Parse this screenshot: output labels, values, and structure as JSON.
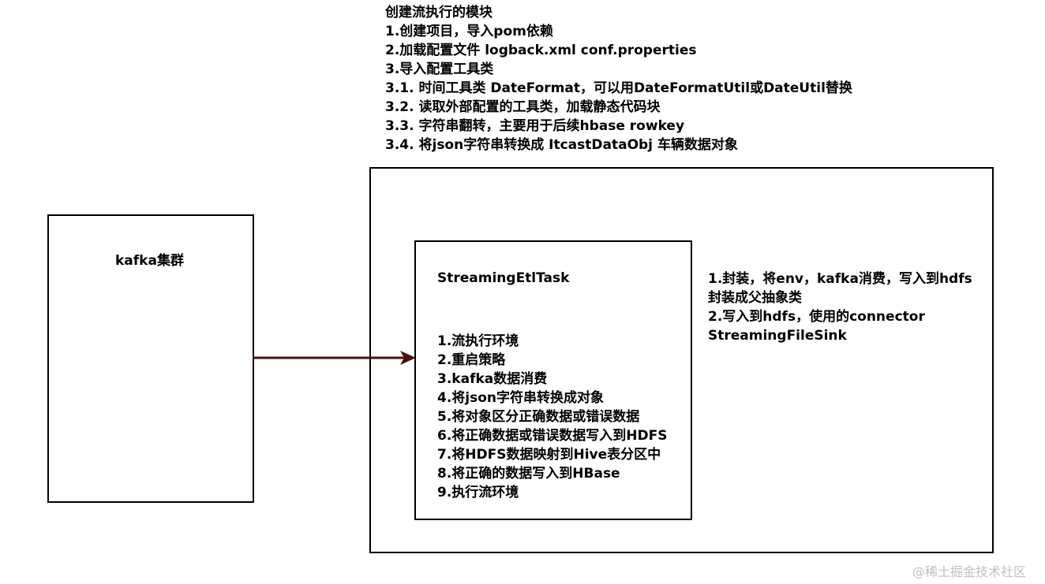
{
  "top_notes": {
    "lines": [
      "创建流执行的模块",
      "1.创建项目，导入pom依赖",
      "2.加载配置文件  logback.xml  conf.properties",
      "3.导入配置工具类",
      "3.1. 时间工具类 DateFormat，可以用DateFormatUtil或DateUtil替换",
      "3.2. 读取外部配置的工具类，加载静态代码块",
      "3.3. 字符串翻转，主要用于后续hbase rowkey",
      "3.4. 将json字符串转换成 ItcastDataObj 车辆数据对象"
    ]
  },
  "kafka_box": {
    "label": "kafka集群"
  },
  "task_box": {
    "title": "StreamingEtlTask",
    "steps": [
      "1.流执行环境",
      "2.重启策略",
      "3.kafka数据消费",
      "4.将json字符串转换成对象",
      "5.将对象区分正确数据或错误数据",
      "6.将正确数据或错误数据写入到HDFS",
      "7.将HDFS数据映射到Hive表分区中",
      "8.将正确的数据写入到HBase",
      "9.执行流环境"
    ]
  },
  "side_notes": {
    "lines": [
      "1.封装，将env，kafka消费，写入到hdfs",
      "封装成父抽象类",
      "2.写入到hdfs，使用的connector",
      "StreamingFileSink"
    ]
  },
  "arrow": {
    "color": "#4a0f0f"
  },
  "watermark": {
    "text": "@稀土掘金技术社区"
  }
}
